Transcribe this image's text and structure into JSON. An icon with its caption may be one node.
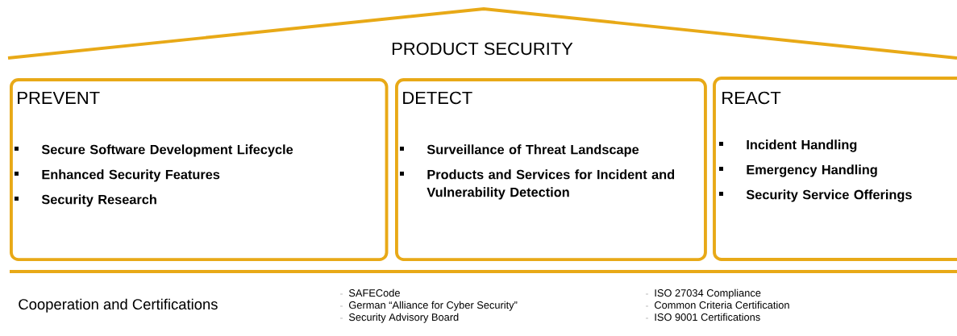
{
  "diagram": {
    "title": "PRODUCT SECURITY",
    "nodes": [
      {
        "text": [
          "PREVENT",
          "Secure Software Development Lifecycle",
          "Enhanced Security Features",
          "Security Research"
        ]
      },
      {
        "text": [
          "DETECT",
          "Surveillance of Threat Landscape",
          "Products and Services for Incident and Vulnerability Detection"
        ]
      },
      {
        "text": [
          "REACT",
          "Incident Handling",
          "Emergency Handling",
          "Security Service Offerings"
        ]
      }
    ],
    "labels": [
      "Cooperation and Certifications",
      "SAFECode",
      "German “Alliance for Cyber Security”",
      "Security Advisory Board",
      "ISO 27034 Compliance",
      "Common Criteria Certification",
      "ISO 9001 Certifications"
    ]
  }
}
